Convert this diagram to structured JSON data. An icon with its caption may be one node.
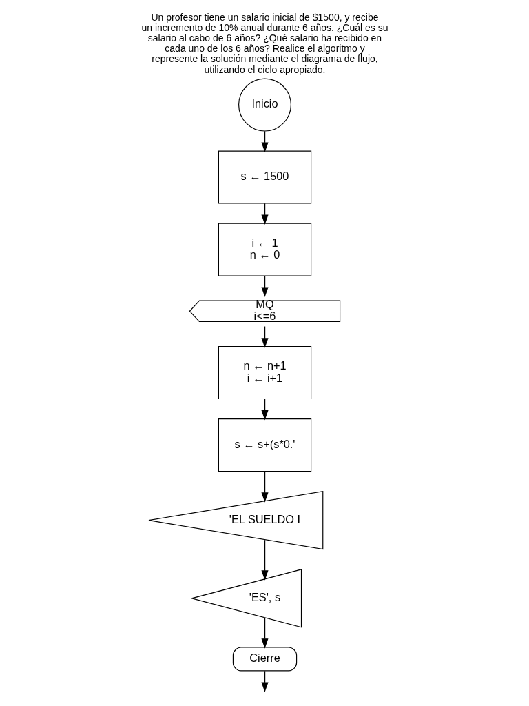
{
  "diagram": {
    "title": "Un profesor tiene un salario inicial de $1500, y recibe un incremento de 10% anual durante 6 años. ¿Cuál es su salario al cabo de 6 años? ¿Qué salario ha recibido en cada uno de los 6 años? Realice el algoritmo y represente la solución mediante el diagrama de flujo, utilizando el ciclo apropiado.",
    "nodes": [
      {
        "text": [
          "Inicio"
        ]
      },
      {
        "text": [
          "s ← 1500"
        ]
      },
      {
        "text": [
          "i ← 1",
          "n ← 0"
        ]
      },
      {
        "text": [
          "MQ",
          "i<=6"
        ]
      },
      {
        "text": [
          "n ← n+1",
          "i ← i+1"
        ]
      },
      {
        "text": [
          "s ← s+(s*0.'"
        ]
      },
      {
        "text": [
          "'EL SUELDO I"
        ]
      },
      {
        "text": [
          "'ES', s"
        ]
      },
      {
        "text": [
          "Cierre"
        ]
      }
    ],
    "edges": [
      {
        "from": 0,
        "to": 1,
        "arrow": "to"
      },
      {
        "from": 1,
        "to": 2,
        "arrow": "to"
      },
      {
        "from": 2,
        "to": 3,
        "arrow": "to"
      },
      {
        "from": 3,
        "to": 4,
        "arrow": "to"
      },
      {
        "from": 4,
        "to": 5,
        "arrow": "to"
      },
      {
        "from": 5,
        "to": 6,
        "arrow": "to"
      },
      {
        "from": 6,
        "to": 7,
        "arrow": "to"
      },
      {
        "from": 7,
        "to": 8,
        "arrow": "to"
      },
      {
        "from": 8,
        "to": null,
        "arrow": "to"
      }
    ]
  }
}
